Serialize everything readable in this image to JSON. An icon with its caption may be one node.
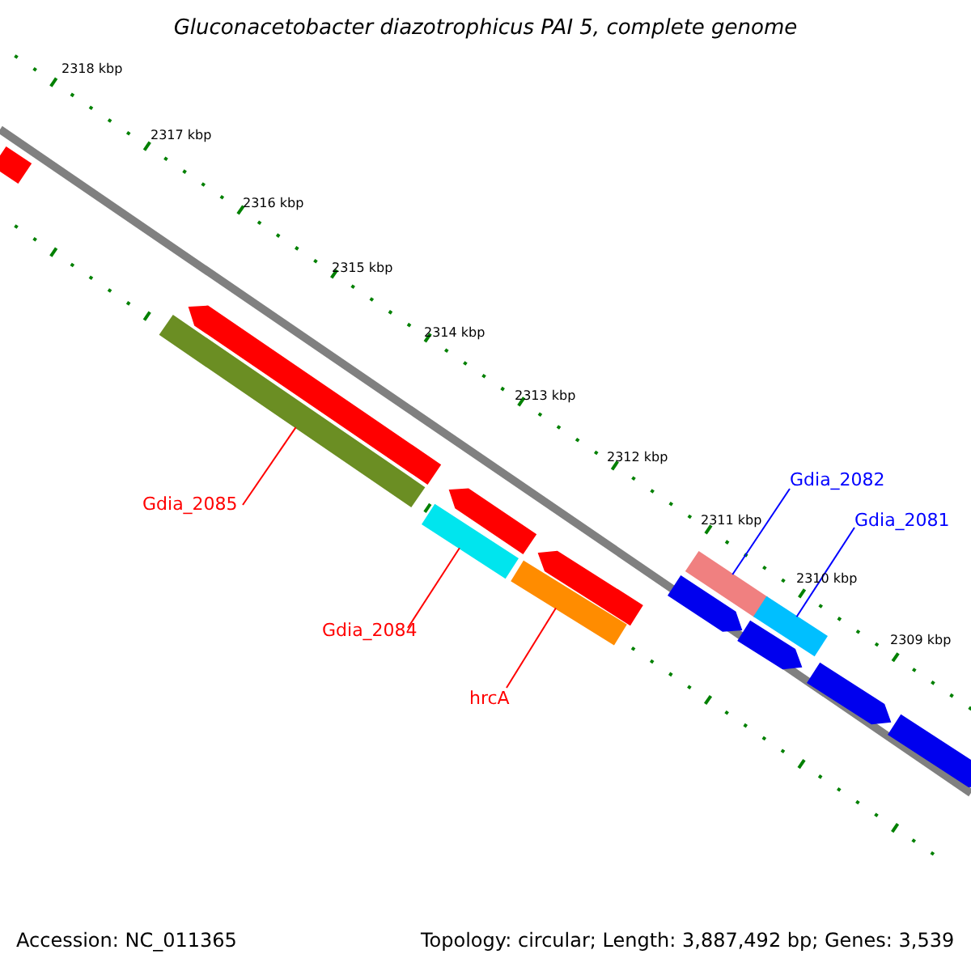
{
  "diagram": {
    "title": "Gluconacetobacter diazotrophicus PAI 5, complete genome",
    "nodes": [
      {
        "text": [
          "Gdia_2085"
        ]
      },
      {
        "text": [
          "Gdia_2084"
        ]
      },
      {
        "text": [
          "hrcA"
        ]
      },
      {
        "text": [
          "Gdia_2082"
        ]
      },
      {
        "text": [
          "Gdia_2081"
        ]
      },
      {
        "text": [],
        "shape": "bar"
      },
      {
        "text": [],
        "shape": "arrow"
      },
      {
        "text": [],
        "shape": "bar"
      },
      {
        "text": [],
        "shape": "arrow"
      },
      {
        "text": [],
        "shape": "bar"
      },
      {
        "text": [],
        "shape": "arrow"
      },
      {
        "text": [],
        "shape": "bar"
      },
      {
        "text": [],
        "shape": "bar"
      },
      {
        "text": [],
        "shape": "bar"
      },
      {
        "text": [],
        "shape": "arrow"
      },
      {
        "text": [],
        "shape": "arrow"
      },
      {
        "text": [],
        "shape": "arrow"
      },
      {
        "text": [],
        "shape": "arrow"
      }
    ],
    "edges": [
      {
        "from": 0,
        "to": 7,
        "arrow": "none"
      },
      {
        "from": 1,
        "to": 9,
        "arrow": "none"
      },
      {
        "from": 2,
        "to": 11,
        "arrow": "none"
      },
      {
        "from": 3,
        "to": 12,
        "arrow": "none",
        "color": "#0000ff"
      },
      {
        "from": 4,
        "to": 13,
        "arrow": "none",
        "color": "#0000ff"
      }
    ],
    "labels": [
      "2318 kbp",
      "2317 kbp",
      "2316 kbp",
      "2315 kbp",
      "2314 kbp",
      "2313 kbp",
      "2312 kbp",
      "2311 kbp",
      "2310 kbp",
      "2309 kbp",
      "Accession: NC_011365",
      "Topology: circular; Length: 3,887,492 bp; Genes: 3,539"
    ]
  }
}
